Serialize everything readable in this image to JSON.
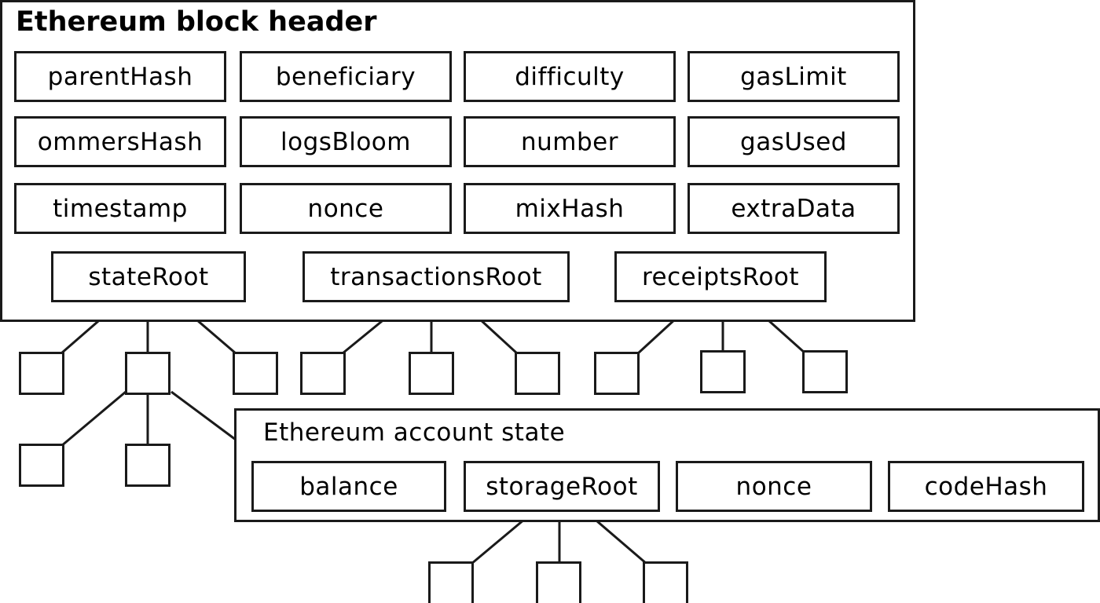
{
  "block_header": {
    "title": "Ethereum block header",
    "fields": [
      "parentHash",
      "beneficiary",
      "difficulty",
      "gasLimit",
      "ommersHash",
      "logsBloom",
      "number",
      "gasUsed",
      "timestamp",
      "nonce",
      "mixHash",
      "extraData"
    ],
    "roots": [
      "stateRoot",
      "transactionsRoot",
      "receiptsRoot"
    ]
  },
  "account_state": {
    "title": "Ethereum account state",
    "fields": [
      "balance",
      "storageRoot",
      "nonce",
      "codeHash"
    ]
  }
}
